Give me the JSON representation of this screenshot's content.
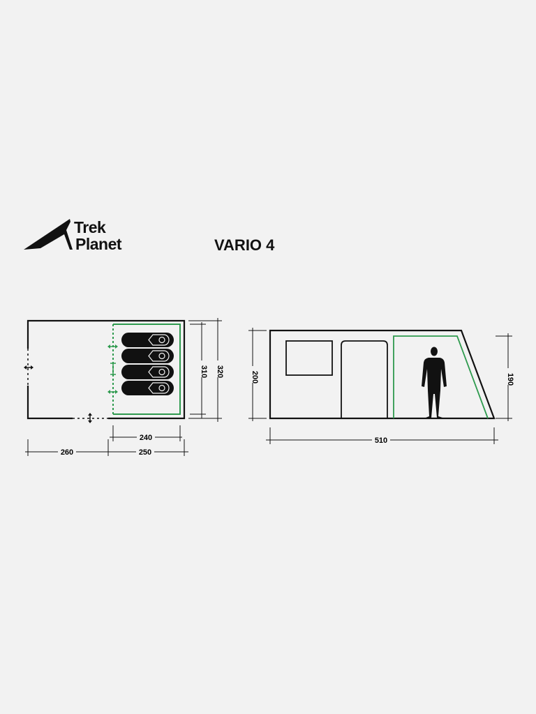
{
  "brand": {
    "line1": "Trek",
    "line2": "Planet"
  },
  "model": {
    "title": "VARIO 4"
  },
  "floor_plan": {
    "dims": {
      "depth_outer": "320",
      "depth_inner": "310",
      "bedroom_width": "240",
      "vestibule_length": "260",
      "cabin_length": "250"
    },
    "sleeping_places": 4
  },
  "side_view": {
    "dims": {
      "length": "510",
      "front_height": "200",
      "rear_height": "190"
    }
  },
  "colors": {
    "background": "#f2f2f2",
    "line": "#111111",
    "accent_green": "#2e9a4e",
    "label_bg": "#f2f2f2"
  },
  "icons": {
    "logo": "mountain-peak-logo-icon",
    "person": "person-silhouette-icon",
    "sleeping_bag": "sleeping-bag-icon"
  }
}
